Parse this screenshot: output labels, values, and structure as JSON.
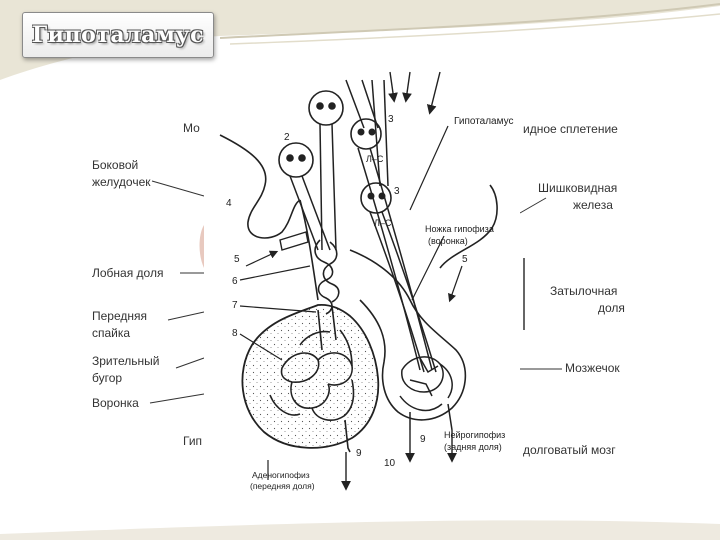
{
  "title": "Гипоталамус",
  "background_labels": {
    "top_left_fragment": "Мо",
    "top_right_fragment": "идное сплетение",
    "lateral_ventricle_1": "Боковой",
    "lateral_ventricle_2": "желудочек",
    "frontal_lobe": "Лобная доля",
    "anterior_commissure_1": "Передняя",
    "anterior_commissure_2": "спайка",
    "thalamus_1": "Зрительный",
    "thalamus_2": "бугор",
    "infundibulum": "Воронка",
    "bottom_left_fragment": "Гип",
    "pineal_1": "Шишковидная",
    "pineal_2": "железа",
    "occipital_1": "Затылочная",
    "occipital_2": "доля",
    "cerebellum": "Мозжечок",
    "bottom_right_fragment": "долговатый мозг"
  },
  "diagram_labels": {
    "hypothalamus": "Гипоталамус",
    "pituitary_stalk_1": "Ножка гипофиза",
    "pituitary_stalk_2": "(воронка)",
    "neurohypophysis_1": "Нейрогипофиз",
    "neurohypophysis_2": "(задняя доля)",
    "adenohypophysis_1": "Аденогипофиз",
    "adenohypophysis_2": "(передняя доля)",
    "ls_upper": "Л–С",
    "ls_lower": "Л–С"
  },
  "numbers": {
    "n2": "2",
    "n3a": "3",
    "n3b": "3",
    "n4": "4",
    "n5a": "5",
    "n5b": "5",
    "n6": "6",
    "n7": "7",
    "n8": "8",
    "n9a": "9",
    "n9b": "9",
    "n10": "10"
  },
  "colors": {
    "ink": "#222222",
    "label_text": "#333333",
    "title_fill": "#ffffff",
    "title_outline": "#555555",
    "swoosh": "#cfc9b4"
  }
}
